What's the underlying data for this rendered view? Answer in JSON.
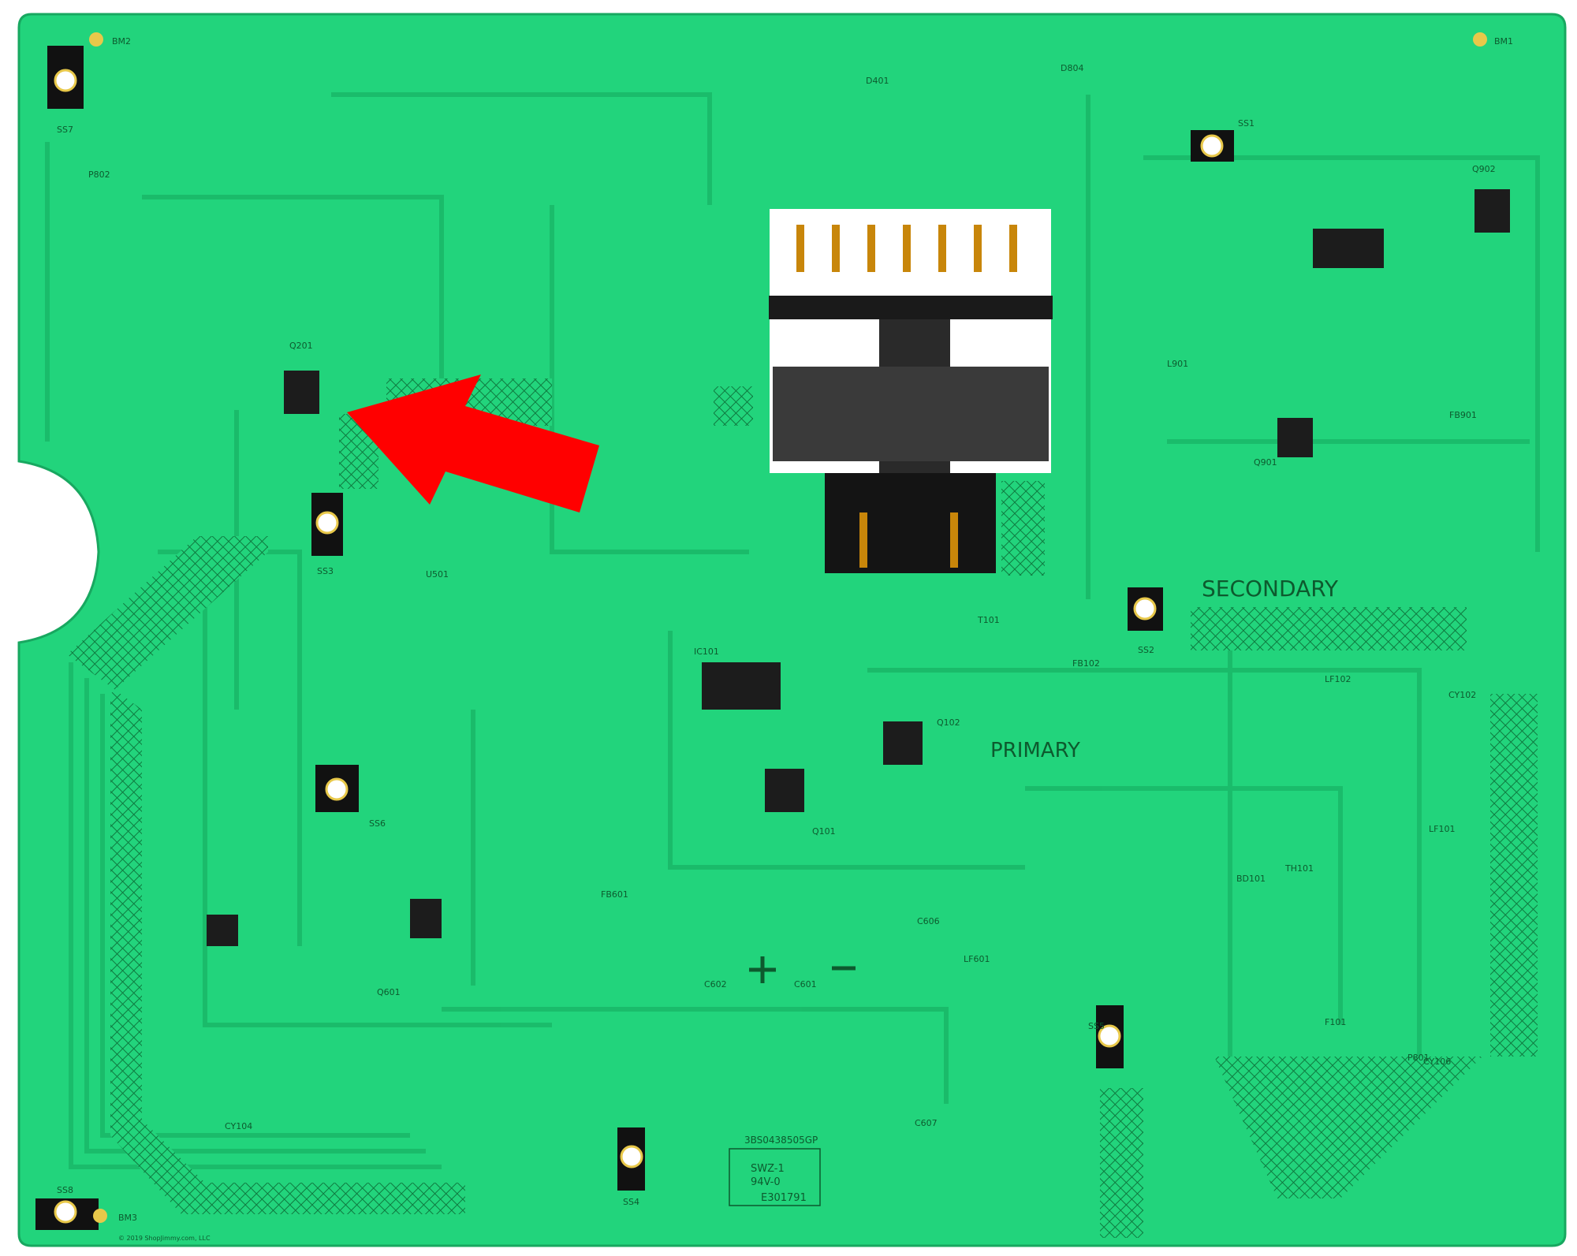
{
  "board": {
    "base_color": "#22d47c",
    "trace_color": "#1bb868",
    "silk_color": "#0d5a2e",
    "arrow_color": "#ff0000",
    "zone_labels": {
      "secondary": "SECONDARY",
      "primary": "PRIMARY"
    },
    "part_number": "3BS0438505GP",
    "cert_lines": [
      "SWZ-1",
      "94V-0",
      "E301791"
    ],
    "copyright": "© 2019 ShopJimmy.com, LLC",
    "mount_labels": {
      "bm1": "BM1",
      "bm2": "BM2",
      "bm3": "BM3"
    },
    "screw_labels": [
      "SS7",
      "SS1",
      "SS3",
      "SS2",
      "SS6",
      "SS5",
      "SS4",
      "SS8"
    ],
    "component_labels": [
      "Q201",
      "Q902",
      "Q901",
      "Q102",
      "Q101",
      "Q601",
      "U501",
      "IC101",
      "T101",
      "P802",
      "P801",
      "BD101",
      "LF101",
      "LF102",
      "F101",
      "LF601",
      "C601",
      "C602",
      "C606",
      "C607",
      "D401",
      "D804",
      "FB901",
      "FB102",
      "FB601",
      "L901",
      "CY102",
      "CY104",
      "CY106",
      "TH101"
    ]
  }
}
